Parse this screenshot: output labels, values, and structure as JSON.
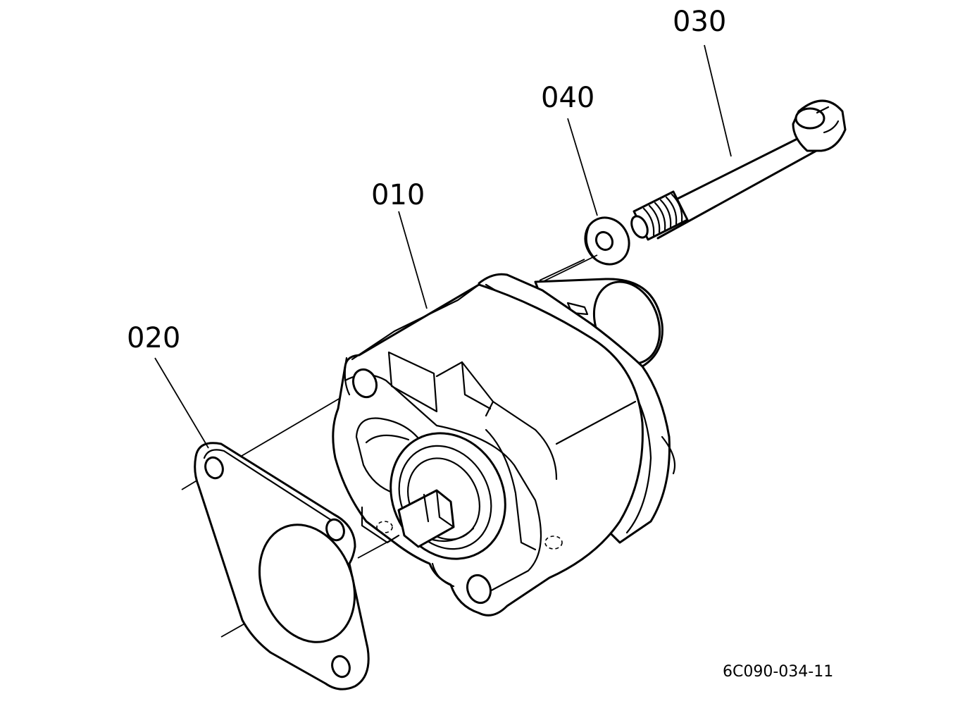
{
  "callouts": {
    "part_010": "010",
    "part_020": "020",
    "part_030": "030",
    "part_040": "040"
  },
  "reference_code": "6C090-034-11",
  "colors": {
    "ink": "#000000",
    "paper": "#ffffff"
  }
}
